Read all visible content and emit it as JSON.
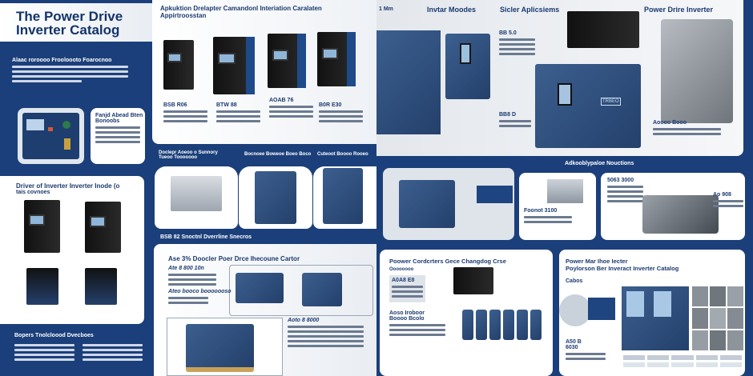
{
  "left_page": {
    "title_line1": "The Power Drive",
    "title_line2": "Inverter Catalog",
    "intro_heading": "Alaac roroooo Frooloooto Foarocnoo",
    "feature_card": {
      "title": "Fanjd Abead Bten",
      "subtitle": "Bonoobs"
    },
    "models_card": {
      "title": "Driver of Inverter Inverter Inode (o",
      "subtitle": "tais covnoes"
    },
    "bottom_heading": "Bopers Tnolcloood Dvecboes"
  },
  "middle": {
    "heading_line1": "Apkuktion Drelapter Camandonl Interiation Caralaten",
    "heading_line2": "Appirtroosstan",
    "products": [
      {
        "label": "BSB R06"
      },
      {
        "label": "BTW 88"
      },
      {
        "label": "AOAB 76"
      },
      {
        "label": "B0R E30"
      }
    ],
    "band_captions": [
      "Doclepr Aoeoo o Sunnory",
      "Bocnoee Boweoe Boeo Boco",
      "Cuteoot Boooo Rooeo"
    ],
    "band_subcaption": "Tueoo Tooooooo",
    "section_bar": "BSB 82 Snoctnl Dverrline Snecros",
    "section_heading": "Ase 3% Doocler Poer Drce Ihecoune Cartor",
    "sub1": "Ate 8 800 10n",
    "sub2": "Ateo booco booooooso",
    "sub3": "Aoto 8 8000"
  },
  "right_page": {
    "corner_label": "1 Mm",
    "col1_title": "Invtar Moodes",
    "col2_title": "Sicler Aplicsiems",
    "col3_title": "Power Drire Inverter",
    "spec1": "BB 5.0",
    "spec2": "BB8 D",
    "spec3": "Aoooo Booo",
    "unit_badge": "TRBEO",
    "band_title": "Adkooblypaloe Nouctions",
    "card2_label": "Foonot 3100",
    "card3_label": "5063 3000",
    "card3_side": "Ap 908",
    "bottom_left_title": "Poower Cordcrters Gece Changdog Crse",
    "bottom_left_sub": "Oooooooo",
    "bottom_left_box": "A0A8 E8",
    "bottom_left_sub2": "Aoso Iroboor",
    "bottom_left_sub3": "Boooo Bcolo",
    "bottom_right_title1": "Power Mar Ihoe Iecter",
    "bottom_right_title2": "Poylorson Ber Inveract Inverter Catalog",
    "bottom_right_sub": "Cabos",
    "bottom_right_model": "A50 B",
    "bottom_right_model2": "6030"
  }
}
